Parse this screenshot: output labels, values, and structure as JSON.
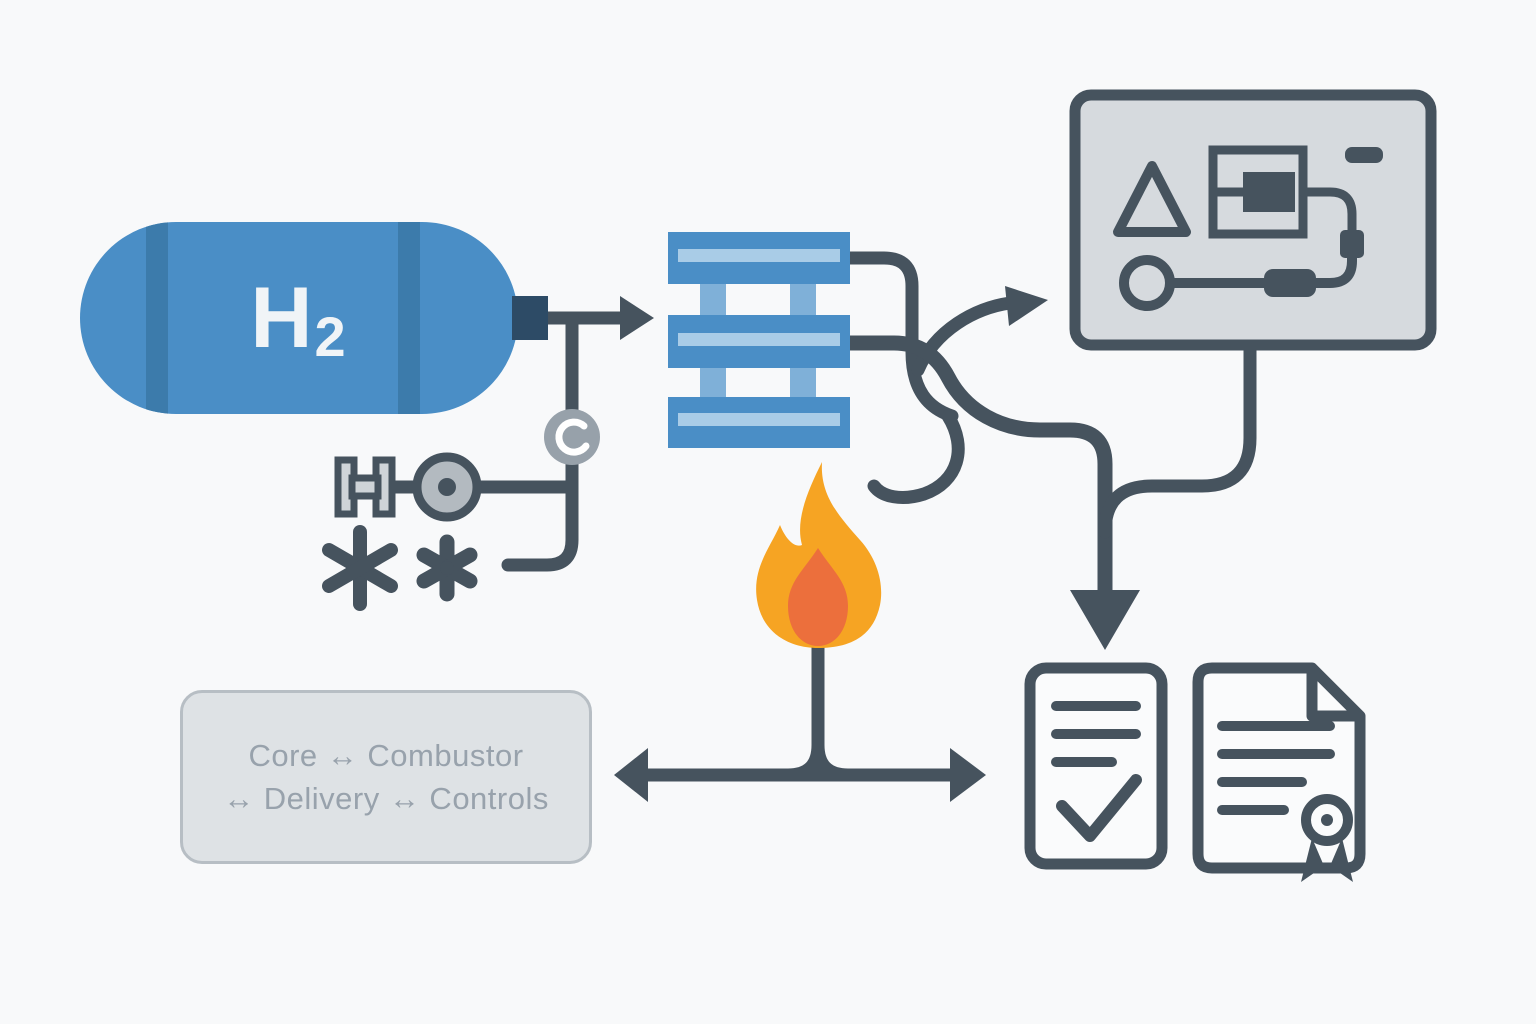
{
  "diagram": {
    "subject": "hydrogen-combustion-system-flow"
  },
  "tank": {
    "label_main": "H",
    "label_sub": "2"
  },
  "caption_box": {
    "line1": "Core ↔ Combustor",
    "line2": "↔ Delivery ↔ Controls"
  },
  "icons": [
    "h2-tank-icon",
    "pressure-gauge-icon",
    "valve-icon",
    "h-fitting-icon",
    "snowflake-asterisk-icon",
    "heat-exchanger-icon",
    "flame-icon",
    "schematic-panel-icon",
    "warning-triangle-icon",
    "circuit-block-icon",
    "sensor-circle-icon",
    "checklist-document-icon",
    "certificate-document-icon"
  ],
  "colors": {
    "background": "#f8f9fa",
    "line": "#46535e",
    "tank_blue": "#4a8ec6",
    "tank_band": "#3c7bab",
    "nozzle_dark_blue": "#2d4b66",
    "exchanger_blue": "#4a8ec6",
    "exchanger_stripe": "#a9cce7",
    "exchanger_connector": "#7fb0d8",
    "flame_outer": "#f6a423",
    "flame_inner": "#ec6f3c",
    "panel_fill": "#d6dade",
    "caption_fill": "#dee2e5",
    "caption_border": "#b7bec4",
    "caption_text": "#98a2ac",
    "gauge_gray": "#97a1aa",
    "valve_gray": "#b3bac0",
    "document_fill": "#fafbfc"
  }
}
